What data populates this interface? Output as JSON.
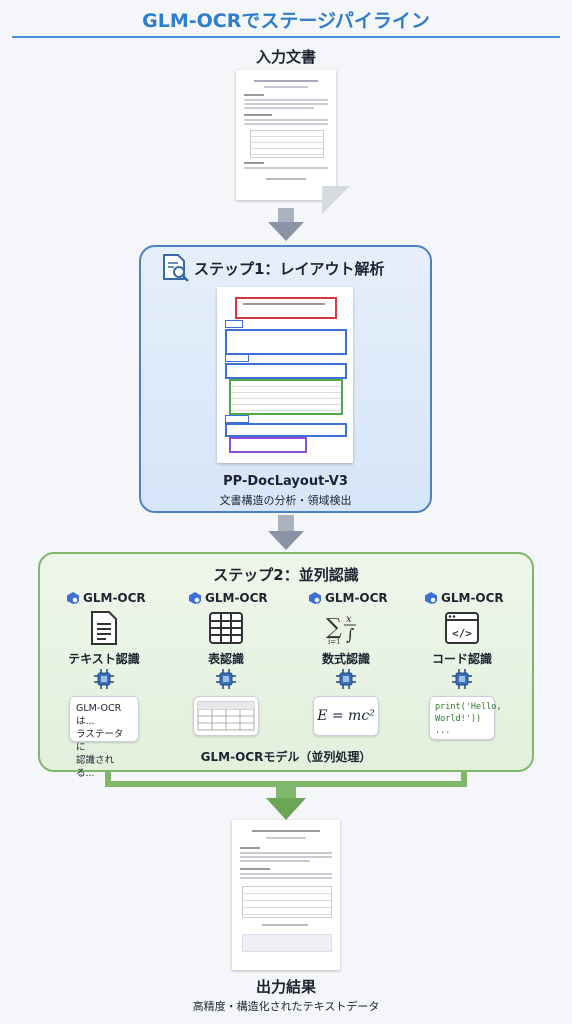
{
  "title": "GLM-OCRでステージパイライン",
  "input": {
    "label": "入力文書"
  },
  "step1": {
    "title": "ステップ1：レイアウト解析",
    "model": "PP-DocLayout-V3",
    "subtitle": "文書構造の分析・領域検出"
  },
  "step2": {
    "title": "ステップ2：並列認識",
    "footer": "GLM-OCRモデル（並列処理）",
    "columns": [
      {
        "badge": "GLM-OCR",
        "label": "テキスト認識",
        "icon": "document-icon",
        "output": [
          "GLM-OCRは...",
          "ラステータに",
          "認識される..."
        ]
      },
      {
        "badge": "GLM-OCR",
        "label": "表認識",
        "icon": "table-icon",
        "output": []
      },
      {
        "badge": "GLM-OCR",
        "label": "数式認識",
        "icon": "formula-icon",
        "output": [
          "E = mc²"
        ]
      },
      {
        "badge": "GLM-OCR",
        "label": "コード認識",
        "icon": "code-window-icon",
        "output": [
          "print('Hello,",
          "World!'))",
          "..."
        ]
      }
    ]
  },
  "output": {
    "label": "出力結果",
    "subtitle": "高精度・構造化されたテキストデータ"
  },
  "colors": {
    "accent": "#2f7fc8",
    "step1_border": "#4c82bf",
    "step2_border": "#7fb86b",
    "arrow": "#8a94a6",
    "red": "#d8383a",
    "blue": "#3d6fd6",
    "green": "#4ea84a",
    "purple": "#8c4fd6"
  }
}
